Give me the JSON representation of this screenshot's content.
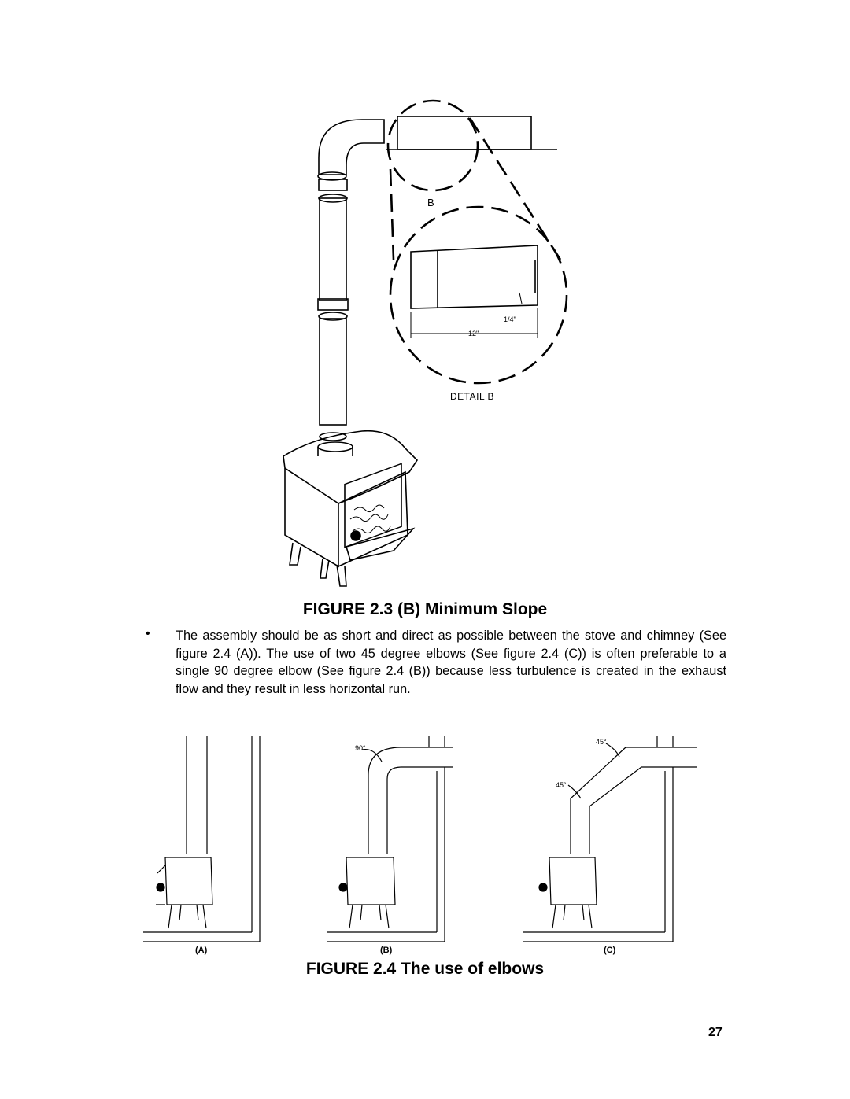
{
  "figure_top": {
    "detail_marker": "B",
    "dimension_slope": "1/4\"",
    "dimension_length": "12\"",
    "detail_label": "DETAIL B",
    "caption": "FIGURE 2.3 (B) Minimum Slope"
  },
  "body": {
    "bullet_symbol": "•",
    "paragraph": "The assembly should be as short and direct as possible between the stove and chimney (See figure 2.4 (A)). The use of two 45 degree elbows (See figure 2.4 (C)) is often preferable to a single 90 degree elbow (See figure 2.4 (B)) because less turbulence is created in the exhaust flow and they result in less horizontal run."
  },
  "figure_bottom": {
    "panels": [
      {
        "label": "(A)"
      },
      {
        "label": "(B)",
        "angle_label": "90°"
      },
      {
        "label": "(C)",
        "angle_label_top": "45°",
        "angle_label_bottom": "45°"
      }
    ],
    "caption": "FIGURE 2.4 The use of elbows"
  },
  "page_number": "27"
}
